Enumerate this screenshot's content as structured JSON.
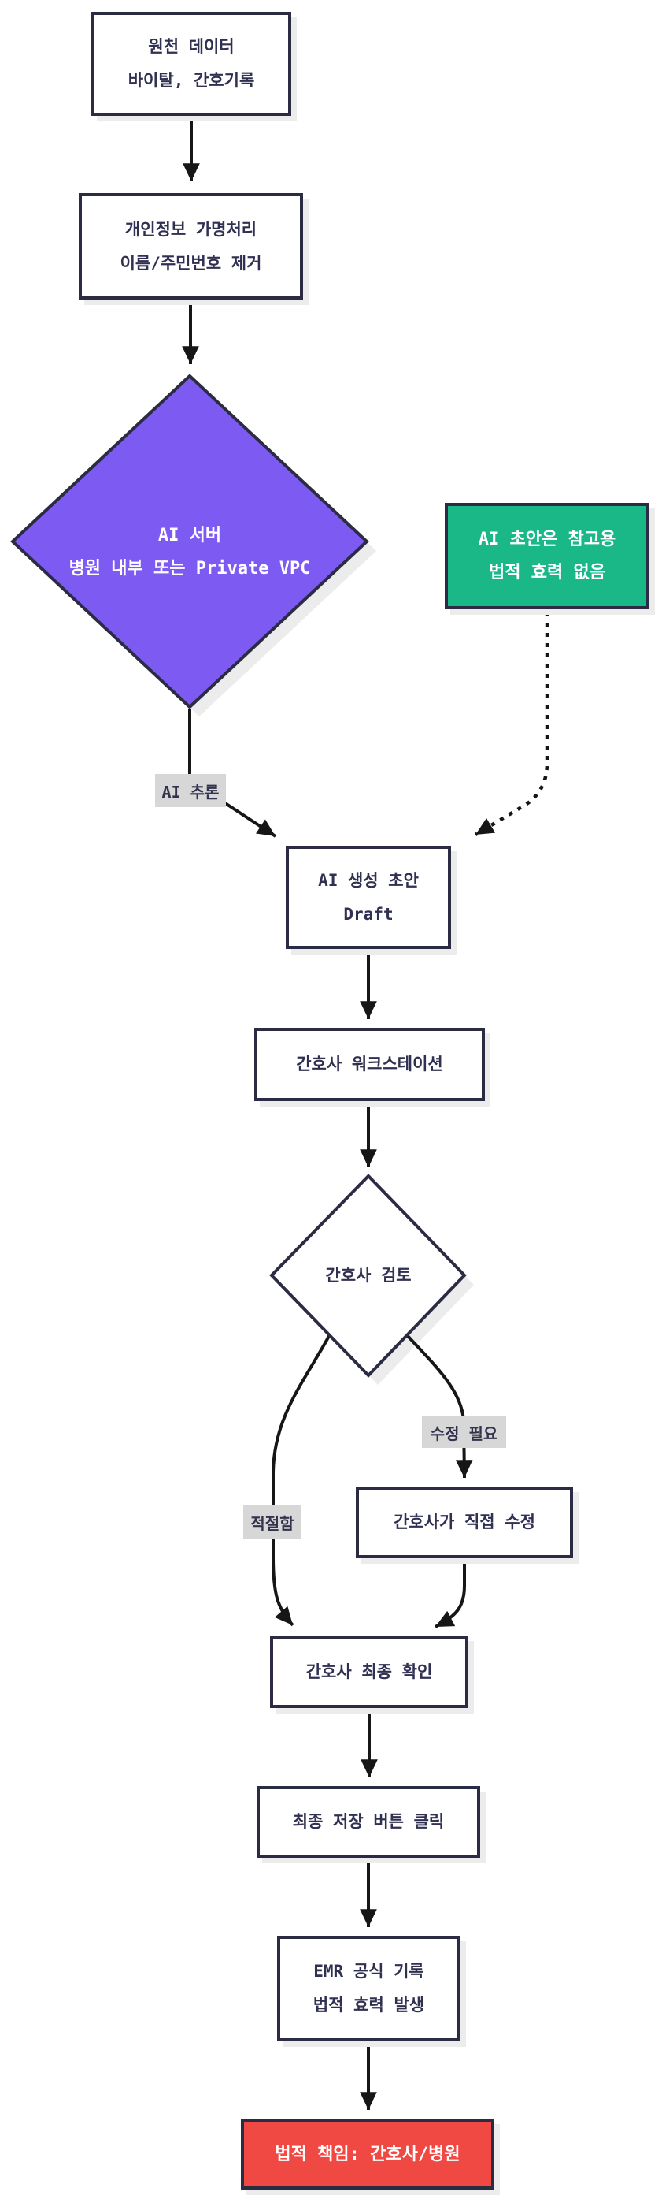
{
  "diagram": {
    "type": "flowchart-top-down",
    "colors": {
      "node_border": "#2b2b43",
      "node_fill": "#ffffff",
      "node_text": "#303052",
      "ai_server_fill": "#7d5bf2",
      "note_fill": "#1ab886",
      "liability_fill": "#f04843",
      "contrast_text": "#ffffff",
      "edge": "#161616",
      "edge_label_bg": "#d7d7d7"
    },
    "nodes": {
      "source": {
        "shape": "rect",
        "lines": [
          "원천 데이터",
          "바이탈, 간호기록"
        ]
      },
      "anonymize": {
        "shape": "rect",
        "lines": [
          "개인정보 가명처리",
          "이름/주민번호 제거"
        ]
      },
      "ai_server": {
        "shape": "diamond",
        "lines": [
          "AI 서버",
          "병원 내부 또는 Private VPC"
        ]
      },
      "ai_note": {
        "shape": "rect",
        "lines": [
          "AI 초안은 참고용",
          "법적 효력 없음"
        ]
      },
      "draft": {
        "shape": "rect",
        "lines": [
          "AI 생성 초안",
          "Draft"
        ]
      },
      "workstation": {
        "shape": "rect",
        "lines": [
          "간호사 워크스테이션"
        ]
      },
      "review": {
        "shape": "diamond",
        "lines": [
          "간호사 검토"
        ]
      },
      "edit": {
        "shape": "rect",
        "lines": [
          "간호사가 직접 수정"
        ]
      },
      "confirm": {
        "shape": "rect",
        "lines": [
          "간호사 최종 확인"
        ]
      },
      "save": {
        "shape": "rect",
        "lines": [
          "최종 저장 버튼 클릭"
        ]
      },
      "emr": {
        "shape": "rect",
        "lines": [
          "EMR 공식 기록",
          "법적 효력 발생"
        ]
      },
      "liability": {
        "shape": "rect",
        "lines": [
          "법적 책임: 간호사/병원"
        ]
      }
    },
    "edge_labels": {
      "ai_inference": "AI 추론",
      "needs_edit": "수정 필요",
      "appropriate": "적절함"
    }
  }
}
